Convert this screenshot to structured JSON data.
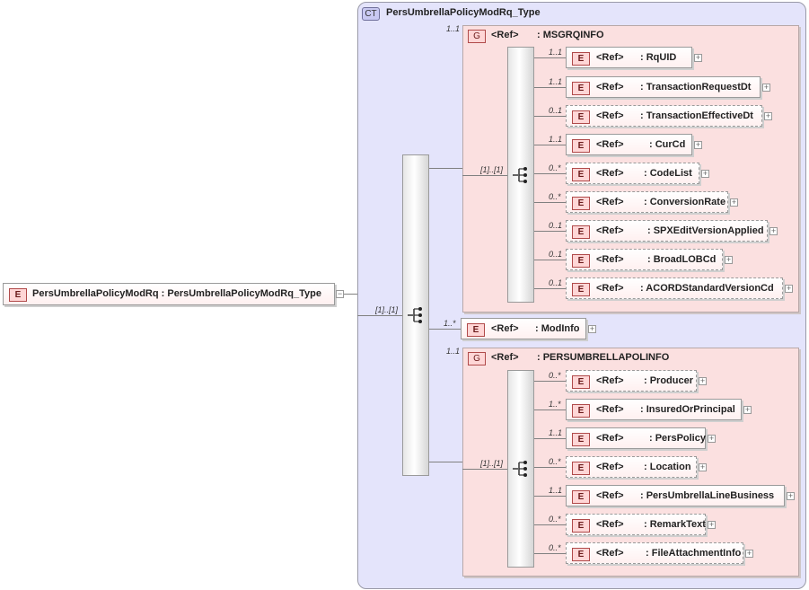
{
  "root": {
    "badge": "E",
    "label": "PersUmbrellaPolicyModRq : PersUmbrellaPolicyModRq_Type",
    "toggle": "−",
    "sequence_card": "[1]..[1]"
  },
  "complex_type": {
    "badge": "CT",
    "name": "PersUmbrellaPolicyModRq_Type"
  },
  "msgrqinfo": {
    "card": "1..1",
    "badge": "G",
    "ref": "<Ref>",
    "name": ": MSGRQINFO",
    "sequence_card": "[1]..[1]",
    "items": [
      {
        "card": "1..1",
        "ref": "<Ref>",
        "name": ": RqUID",
        "optional": false
      },
      {
        "card": "1..1",
        "ref": "<Ref>",
        "name": ": TransactionRequestDt",
        "optional": false
      },
      {
        "card": "0..1",
        "ref": "<Ref>",
        "name": ": TransactionEffectiveDt",
        "optional": true
      },
      {
        "card": "1..1",
        "ref": "<Ref>",
        "name": ": CurCd",
        "optional": false
      },
      {
        "card": "0..*",
        "ref": "<Ref>",
        "name": ": CodeList",
        "optional": true
      },
      {
        "card": "0..*",
        "ref": "<Ref>",
        "name": ": ConversionRate",
        "optional": true
      },
      {
        "card": "0..1",
        "ref": "<Ref>",
        "name": ": SPXEditVersionApplied",
        "optional": true
      },
      {
        "card": "0..1",
        "ref": "<Ref>",
        "name": ": BroadLOBCd",
        "optional": true
      },
      {
        "card": "0..1",
        "ref": "<Ref>",
        "name": ": ACORDStandardVersionCd",
        "optional": true
      }
    ]
  },
  "modinfo": {
    "card": "1..*",
    "badge": "E",
    "ref": "<Ref>",
    "name": ": ModInfo"
  },
  "persumbrellapolinfo": {
    "card": "1..1",
    "badge": "G",
    "ref": "<Ref>",
    "name": ": PERSUMBRELLAPOLINFO",
    "sequence_card": "[1]..[1]",
    "items": [
      {
        "card": "0..*",
        "ref": "<Ref>",
        "name": ": Producer",
        "optional": true
      },
      {
        "card": "1..*",
        "ref": "<Ref>",
        "name": ": InsuredOrPrincipal",
        "optional": false
      },
      {
        "card": "1..1",
        "ref": "<Ref>",
        "name": ": PersPolicy",
        "optional": false
      },
      {
        "card": "0..*",
        "ref": "<Ref>",
        "name": ": Location",
        "optional": true
      },
      {
        "card": "1..1",
        "ref": "<Ref>",
        "name": ": PersUmbrellaLineBusiness",
        "optional": false
      },
      {
        "card": "0..*",
        "ref": "<Ref>",
        "name": ": RemarkText",
        "optional": true
      },
      {
        "card": "0..*",
        "ref": "<Ref>",
        "name": ": FileAttachmentInfo",
        "optional": true
      }
    ]
  },
  "element_badge": "E",
  "expand_glyph": "+"
}
